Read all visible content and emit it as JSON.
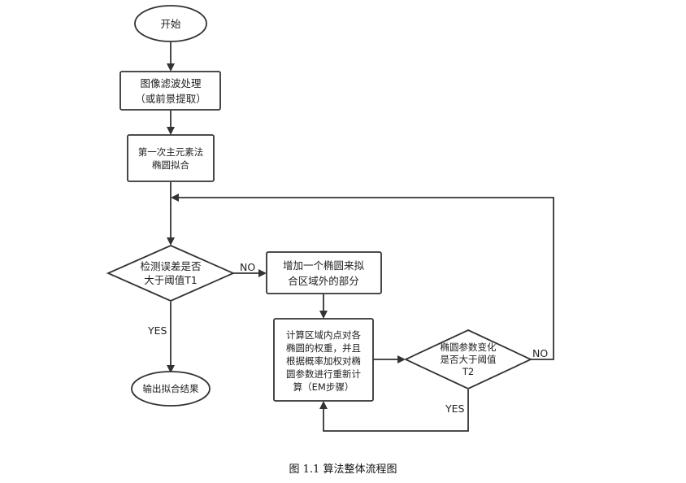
{
  "nodes": {
    "start": {
      "lines": [
        "开始"
      ]
    },
    "filter": {
      "lines": [
        "图像滤波处理",
        "（或前景提取）"
      ]
    },
    "pca": {
      "lines": [
        "第一次主元素法",
        "椭圆拟合"
      ]
    },
    "check_error": {
      "lines": [
        "检测误差是否",
        "大于阈值T1"
      ]
    },
    "add_ellipse": {
      "lines": [
        "增加一个椭圆来拟",
        "合区域外的部分"
      ]
    },
    "em_step": {
      "lines": [
        "计算区域内点对各",
        "椭圆的权重，并且",
        "根据概率加权对椭",
        "圆参数进行重新计",
        "算（EM步骤）"
      ]
    },
    "check_change": {
      "lines": [
        "椭圆参数变化",
        "是否大于阈值",
        "T2"
      ]
    },
    "output": {
      "lines": [
        "输出拟合结果"
      ]
    }
  },
  "edge_labels": {
    "no_1": "NO",
    "yes_1": "YES",
    "no_2": "NO",
    "yes_2": "YES"
  },
  "caption": "图 1.1 算法整体流程图"
}
